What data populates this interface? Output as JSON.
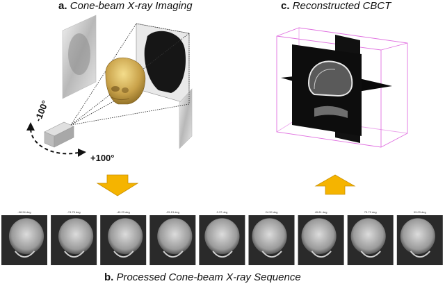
{
  "panels": {
    "a": {
      "letter": "a.",
      "title": "Cone-beam X-ray Imaging"
    },
    "b": {
      "letter": "b.",
      "title": "Processed Cone-beam X-ray Sequence"
    },
    "c": {
      "letter": "c.",
      "title": "Reconstructed CBCT"
    }
  },
  "rotation": {
    "neg_label": "-100°",
    "pos_label": "+100°"
  },
  "sequence": {
    "angles": [
      "-98.94 deg",
      "-74.75 deg",
      "-49.23 deg",
      "-25.13 deg",
      "0.37 deg",
      "24.39 deg",
      "49.81 deg",
      "73.73 deg",
      "99.03 deg"
    ]
  },
  "colors": {
    "arrow": "#f5b400",
    "arrow_outline": "#c98f00",
    "bounding_box": "#e070e0",
    "skull": "#d8b860"
  },
  "icons": {
    "down_arrow": "arrow-down-icon",
    "up_arrow": "arrow-up-icon",
    "source": "xray-source-icon",
    "rotation": "curved-arrow-icon"
  }
}
